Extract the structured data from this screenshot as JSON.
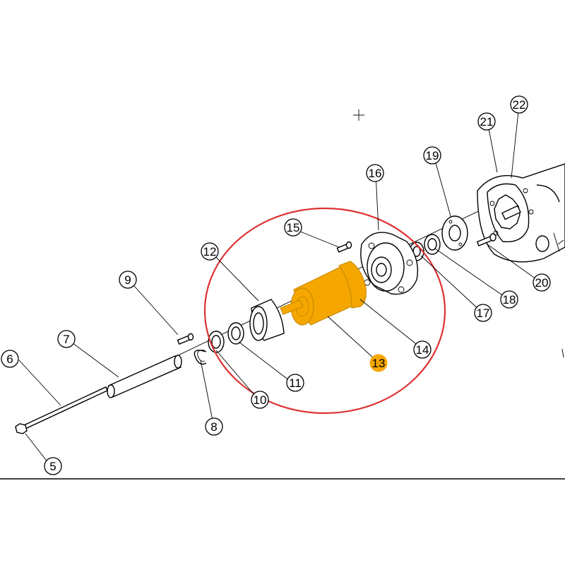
{
  "colors": {
    "highlight_fill": "#f5a700",
    "highlight_stroke": "#c98a00",
    "focus_circle": "#dd3333",
    "line": "#000000"
  },
  "callouts": [
    {
      "number": "5"
    },
    {
      "number": "6"
    },
    {
      "number": "7"
    },
    {
      "number": "8"
    },
    {
      "number": "9"
    },
    {
      "number": "10"
    },
    {
      "number": "11"
    },
    {
      "number": "12"
    },
    {
      "number": "13",
      "highlighted": true
    },
    {
      "number": "14"
    },
    {
      "number": "15"
    },
    {
      "number": "16"
    },
    {
      "number": "17"
    },
    {
      "number": "18"
    },
    {
      "number": "19"
    },
    {
      "number": "20"
    },
    {
      "number": "21"
    },
    {
      "number": "22"
    }
  ],
  "focus": {
    "callout": "13"
  }
}
